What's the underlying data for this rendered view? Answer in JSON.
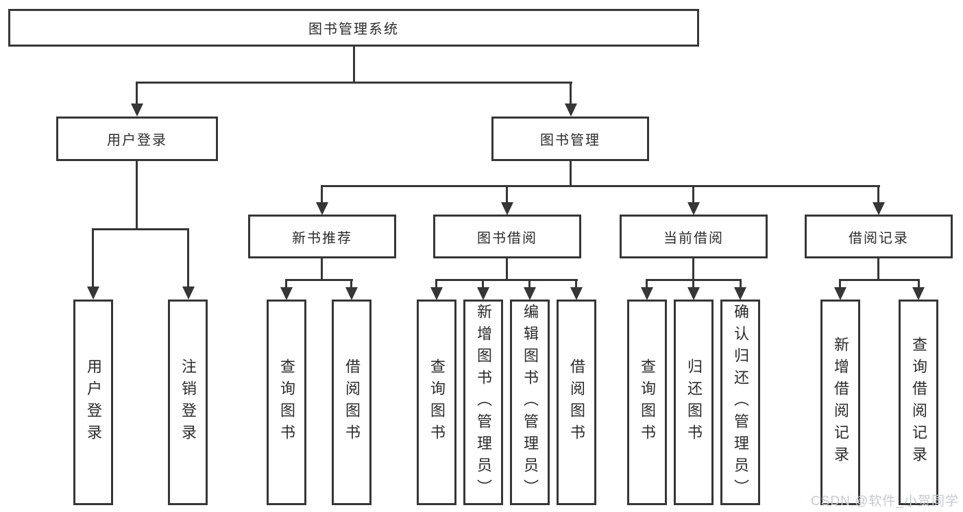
{
  "diagram": {
    "title": "图书管理系统",
    "type": "hierarchy-tree",
    "root": {
      "label": "图书管理系统"
    },
    "user_login": {
      "label": "用户登录",
      "children": [
        {
          "label": "用户登录"
        },
        {
          "label": "注销登录"
        }
      ]
    },
    "book_management": {
      "label": "图书管理",
      "children": [
        {
          "label": "新书推荐",
          "children": [
            {
              "label": "查询图书"
            },
            {
              "label": "借阅图书"
            }
          ]
        },
        {
          "label": "图书借阅",
          "children": [
            {
              "label": "查询图书"
            },
            {
              "label": "新增图书（管理员）"
            },
            {
              "label": "编辑图书（管理员）"
            },
            {
              "label": "借阅图书"
            }
          ]
        },
        {
          "label": "当前借阅",
          "children": [
            {
              "label": "查询图书"
            },
            {
              "label": "归还图书"
            },
            {
              "label": "确认归还（管理员）"
            }
          ]
        },
        {
          "label": "借阅记录",
          "children": [
            {
              "label": "新增借阅记录"
            },
            {
              "label": "查询借阅记录"
            }
          ]
        }
      ]
    }
  },
  "watermark": {
    "text": "CSDN @软件_小贺同学"
  },
  "colors": {
    "line": "#363636",
    "border": "#363636",
    "text": "#2b2b2b",
    "watermark": "#c6c9ce",
    "background": "#ffffff"
  }
}
